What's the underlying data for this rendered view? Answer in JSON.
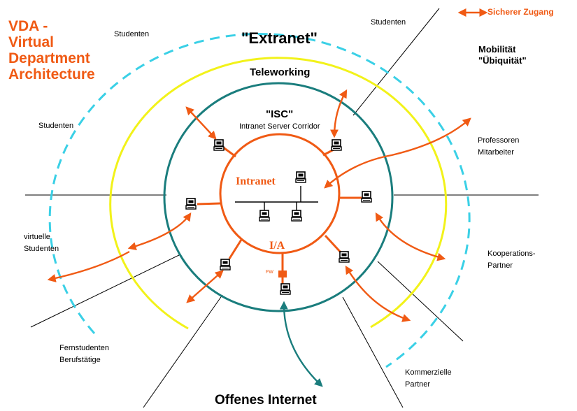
{
  "title_lines": [
    "VDA -",
    "Virtual",
    "Department",
    "Architecture"
  ],
  "legend_label": "Sicherer Zugang",
  "rings": {
    "outer": "\"Extranet\"",
    "middle": "Teleworking",
    "isc": "\"ISC\"",
    "isc_sub": "Intranet Server Corridor",
    "intranet": "Intranet",
    "ia": "I/A",
    "fw": "FW"
  },
  "groups": {
    "studenten_top_left": "Studenten",
    "studenten_top_right": "Studenten",
    "studenten_left": "Studenten",
    "mobility": [
      "Mobilität",
      "\"Übiquität\""
    ],
    "professoren": [
      "Professoren",
      "Mitarbeiter"
    ],
    "virtuelle": [
      "virtuelle",
      "Studenten"
    ],
    "kooperation": [
      "Kooperations-",
      "Partner"
    ],
    "fernstudenten": [
      "Fernstudenten",
      "Berufstätige"
    ],
    "kommerzielle": [
      "Kommerzielle",
      "Partner"
    ]
  },
  "bottom_label": "Offenes Internet",
  "colors": {
    "orange": "#f05a14",
    "teal": "#1a7d7d",
    "yellow": "#f2f21a",
    "cyan": "#3ad0e6",
    "black": "#000000"
  }
}
